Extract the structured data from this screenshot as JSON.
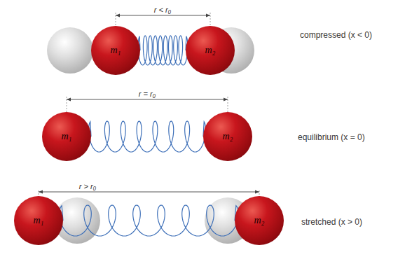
{
  "diagram": {
    "nodes": [
      {
        "text": [
          "m₁"
        ]
      },
      {
        "text": [
          "m₂"
        ]
      },
      {
        "text": [
          "m₁"
        ]
      },
      {
        "text": [
          "m₂"
        ]
      },
      {
        "text": [
          "m₁"
        ]
      },
      {
        "text": [
          "m₂"
        ]
      }
    ],
    "edges": [
      {
        "from": 0,
        "to": 1,
        "arrow": "none"
      },
      {
        "from": 2,
        "to": 3,
        "arrow": "none"
      },
      {
        "from": 4,
        "to": 5,
        "arrow": "none"
      }
    ],
    "labels": [
      "r < r₀",
      "compressed (x < 0)",
      "r = r₀",
      "equilibrium (x = 0)",
      "r > r₀",
      "stretched (x > 0)"
    ]
  }
}
